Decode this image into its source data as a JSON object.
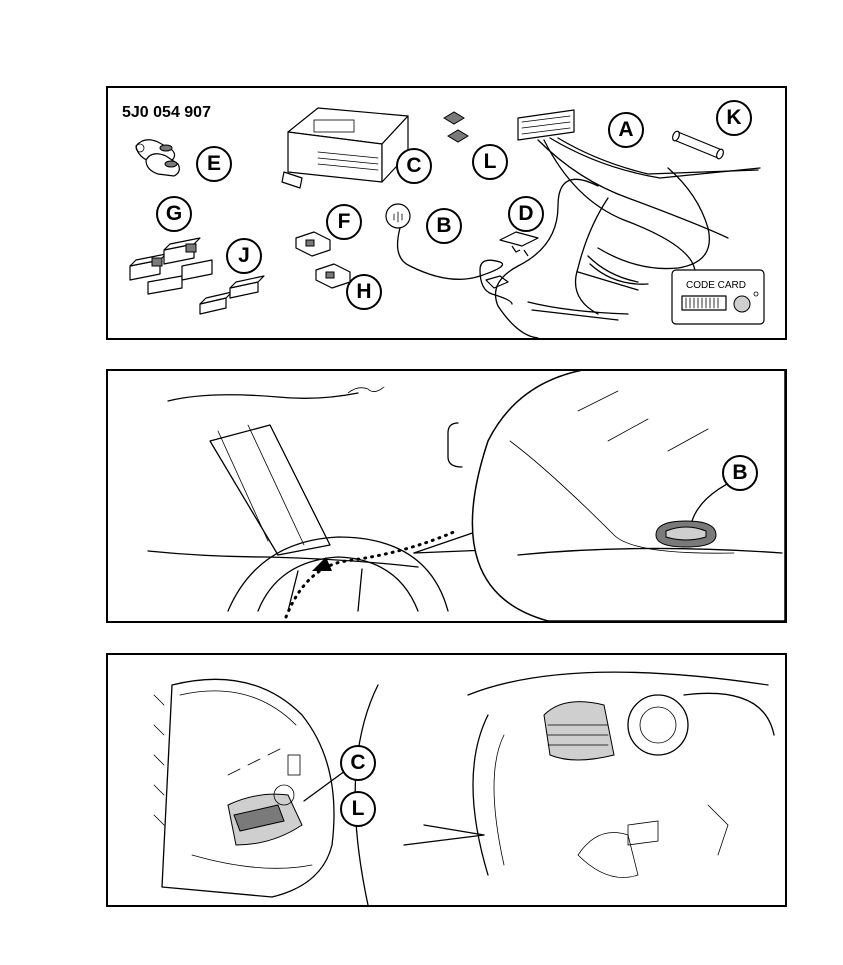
{
  "panels": {
    "parts": {
      "part_number": "5J0 054 907",
      "callouts": [
        "E",
        "G",
        "J",
        "C",
        "L",
        "F",
        "H",
        "B",
        "D",
        "A",
        "K"
      ],
      "code_card_label": "CODE CARD"
    },
    "mirror": {
      "callouts": [
        "B"
      ]
    },
    "dashboard": {
      "callouts": [
        "C",
        "L"
      ]
    }
  }
}
